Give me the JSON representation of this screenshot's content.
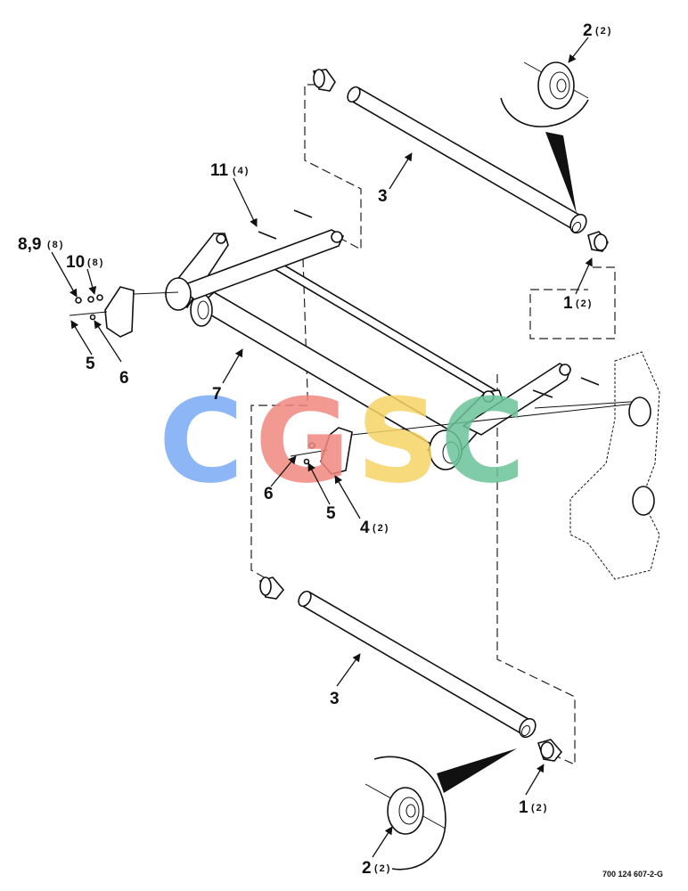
{
  "callouts": {
    "c2_top": {
      "num": "2",
      "qty": "(2)"
    },
    "c3_top": {
      "num": "3"
    },
    "c11": {
      "num": "11",
      "qty": "(4)"
    },
    "c8_9": {
      "num": "8,9",
      "qty": "(8)"
    },
    "c10": {
      "num": "10",
      "qty": "(8)"
    },
    "c1_top": {
      "num": "1",
      "qty": "(2)"
    },
    "c5_left": {
      "num": "5"
    },
    "c6_left": {
      "num": "6"
    },
    "c7": {
      "num": "7"
    },
    "c6_mid": {
      "num": "6"
    },
    "c5_mid": {
      "num": "5"
    },
    "c4": {
      "num": "4",
      "qty": "(2)"
    },
    "c3_bottom": {
      "num": "3"
    },
    "c1_bottom": {
      "num": "1",
      "qty": "(2)"
    },
    "c2_bottom": {
      "num": "2",
      "qty": "(2)"
    }
  },
  "drawing_code": "700 124 607-2-G",
  "watermark": {
    "letters": [
      "C",
      "G",
      "S",
      "C"
    ],
    "colors": [
      "#7aaaf5",
      "#f08880",
      "#f6d466",
      "#6cc49a"
    ]
  }
}
